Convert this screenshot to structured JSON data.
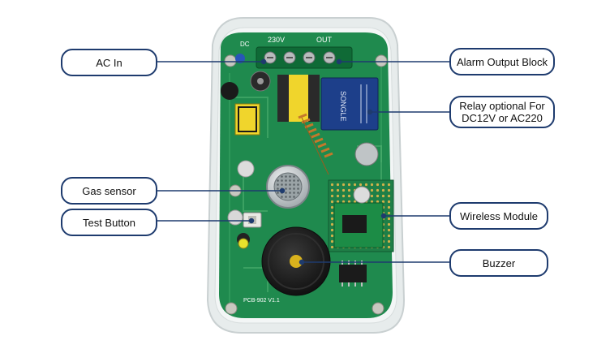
{
  "labels": {
    "ac_in": "AC In",
    "gas_sensor": "Gas sensor",
    "test_button": "Test Button",
    "alarm_output": "Alarm Output Block",
    "relay_line1": "Relay optional For",
    "relay_line2": "DC12V or AC220",
    "wireless": "Wireless Module",
    "buzzer": "Buzzer"
  },
  "board_text": {
    "dc": "DC",
    "v230": "230V",
    "out": "OUT",
    "relay_brand": "SONGLE",
    "pcb_code": "PCB-902 V1.1"
  },
  "colors": {
    "pcb": "#1f8a4e",
    "enclosure": "#e7ecec",
    "callout_border": "#1e3b6e",
    "leader": "#1e3b6e",
    "relay": "#1d3f8a",
    "buzzer": "#1b1b1b",
    "antenna": "#c4782b"
  },
  "icons": {
    "buzzer": "round-black-buzzer-icon",
    "gas_sensor": "mesh-can-sensor-icon",
    "relay": "blue-relay-icon",
    "antenna": "coil-antenna-icon"
  }
}
